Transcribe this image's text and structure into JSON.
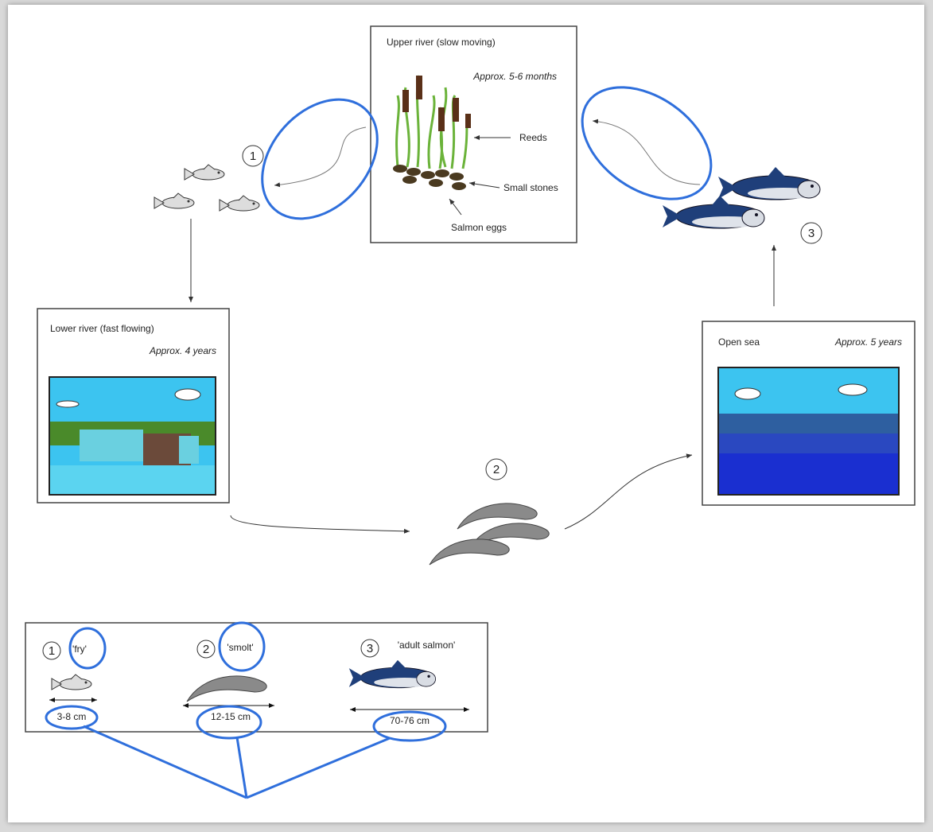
{
  "upper_river": {
    "title": "Upper river (slow moving)",
    "duration": "Approx. 5-6 months",
    "labels": {
      "reeds": "Reeds",
      "stones": "Small stones",
      "eggs": "Salmon eggs"
    }
  },
  "lower_river": {
    "title": "Lower river (fast flowing)",
    "duration": "Approx. 4 years"
  },
  "open_sea": {
    "title": "Open sea",
    "duration": "Approx. 5 years"
  },
  "stage_markers": [
    "1",
    "2",
    "3"
  ],
  "legend": {
    "stages": [
      {
        "number": "1",
        "name": "'fry'",
        "size": "3-8 cm"
      },
      {
        "number": "2",
        "name": "'smolt'",
        "size": "12-15 cm"
      },
      {
        "number": "3",
        "name": "'adult salmon'",
        "size": "70-76 cm"
      }
    ]
  },
  "colors": {
    "highlight": "#2f6fdc",
    "adult_salmon": "#1f3f7a",
    "juvenile": "#b8b8b8",
    "sky": "#3cc4f0",
    "sea": "#1a2fd0"
  }
}
